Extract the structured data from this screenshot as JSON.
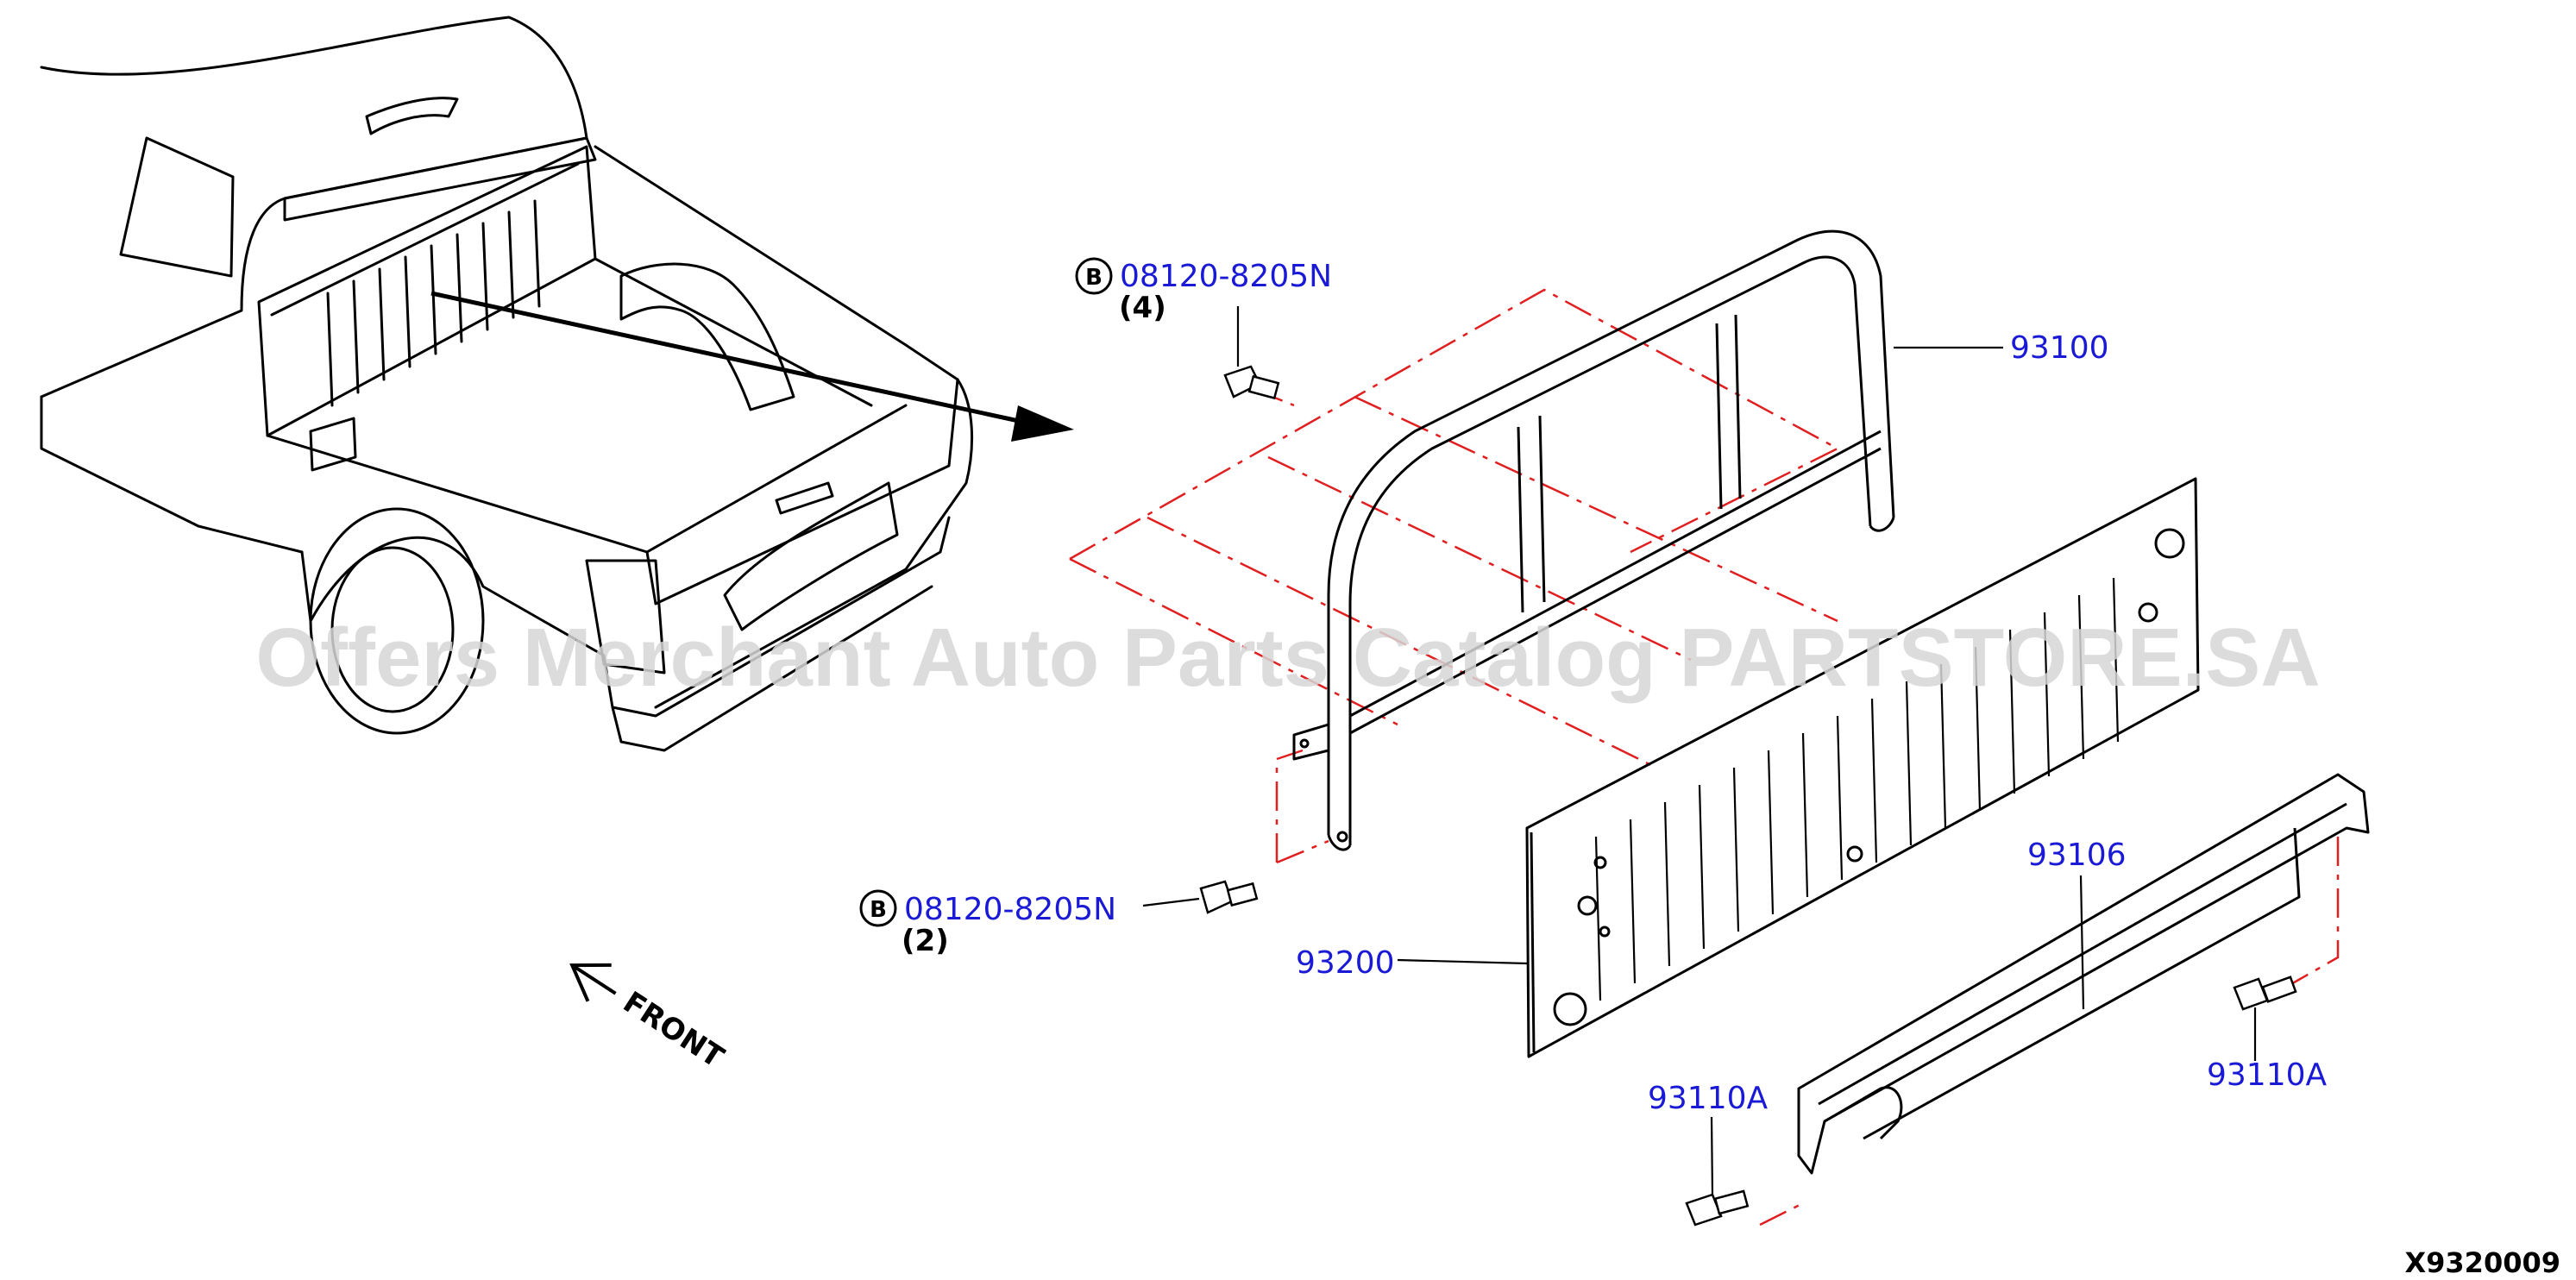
{
  "colors": {
    "line": "#000000",
    "label": "#1a1ad6",
    "dash": "#e02020",
    "watermark": "#d6d6d6"
  },
  "watermark": "Offers Merchant Auto Parts Catalog PARTSTORE.SA",
  "diagram_code": "X9320009",
  "front_label": "FRONT",
  "bolt_badge": "B",
  "callouts": {
    "bolt_top": {
      "part": "08120-8205N",
      "qty": "(4)"
    },
    "bolt_mid": {
      "part": "08120-8205N",
      "qty": "(2)"
    },
    "rack": {
      "part": "93100"
    },
    "panel": {
      "part": "93200"
    },
    "rail": {
      "part": "93106"
    },
    "clip_left": {
      "part": "93110A"
    },
    "clip_right": {
      "part": "93110A"
    }
  }
}
